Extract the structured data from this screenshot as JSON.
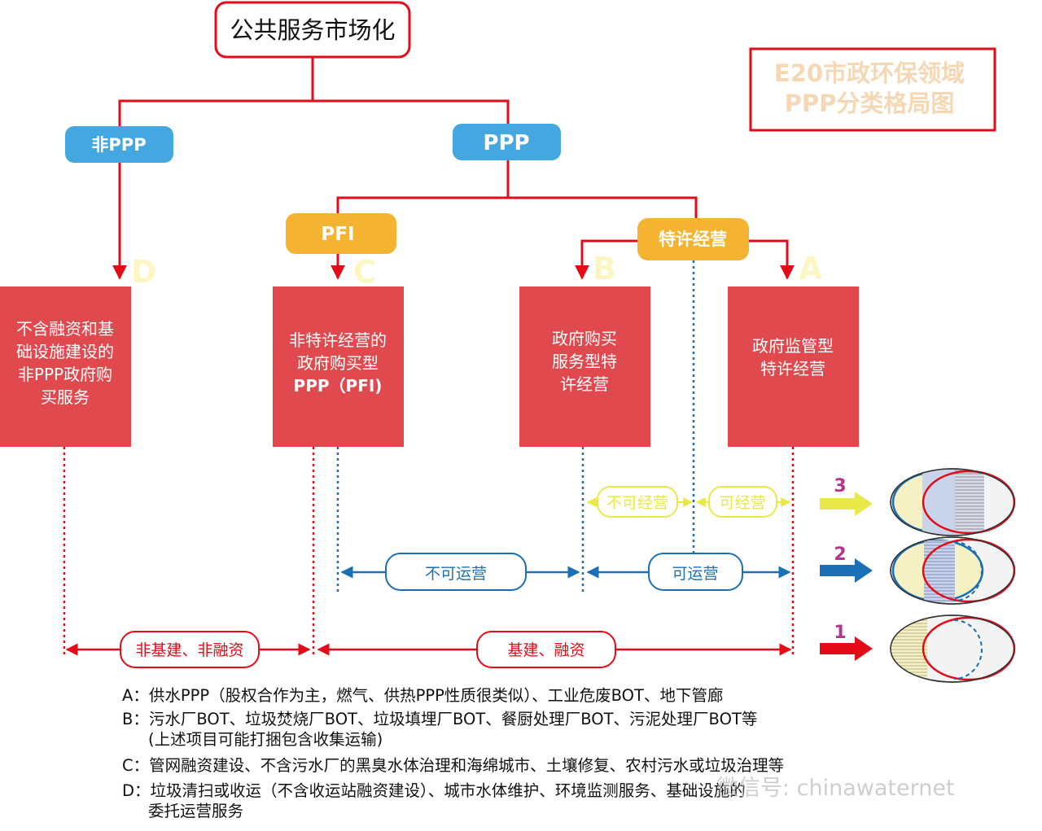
{
  "title": "公共服务市场化",
  "caption": {
    "line1": "E20市政环保领域",
    "line2": "PPP分类格局图"
  },
  "nodes": {
    "non_ppp": "非PPP",
    "ppp": "PPP",
    "pfi": "PFI",
    "concession": "特许经营"
  },
  "letters": {
    "a": "A",
    "b": "B",
    "c": "C",
    "d": "D"
  },
  "boxes": {
    "d": [
      "不含融资和基",
      "础设施建设的",
      "非PPP政府购",
      "买服务"
    ],
    "c": [
      "非特许经营的",
      "政府购买型",
      "PPP（PFI)"
    ],
    "b": [
      "政府购买",
      "服务型特",
      "许经营"
    ],
    "a": [
      "政府监管型",
      "特许经营"
    ]
  },
  "ranges": {
    "level3": {
      "left": "不可经营",
      "right": "可经营"
    },
    "level2": {
      "left": "不可运营",
      "right": "可运营"
    },
    "level1": {
      "left": "非基建、非融资",
      "right": "基建、融资"
    }
  },
  "levels": [
    "3",
    "2",
    "1"
  ],
  "notes": {
    "a": "A：供水PPP（股权合作为主，燃气、供热PPP性质很类似）、工业危废BOT、地下管廊",
    "b1": "B：污水厂BOT、垃圾焚烧厂BOT、垃圾填埋厂BOT、餐厨处理厂BOT、污泥处理厂BOT等",
    "b2": "(上述项目可能打捆包含收集运输)",
    "c": "C：管网融资建设、不含污水厂的黑臭水体治理和海绵城市、土壤修复、农村污水或垃圾治理等",
    "d1": "D：垃圾清扫或收运（不含收运站融资建设）、城市水体维护、环境监测服务、基础设施的",
    "d2": "委托运营服务"
  },
  "watermark": "微信号: chinawaternet",
  "colors": {
    "red": "#e30b17",
    "box": "#e04a4f",
    "blue_pill": "#45a7e0",
    "orange_pill": "#f5b332",
    "blue_line": "#1a6fb5",
    "yellow_line": "#e8e84a",
    "caption": "#f6d7b4"
  }
}
